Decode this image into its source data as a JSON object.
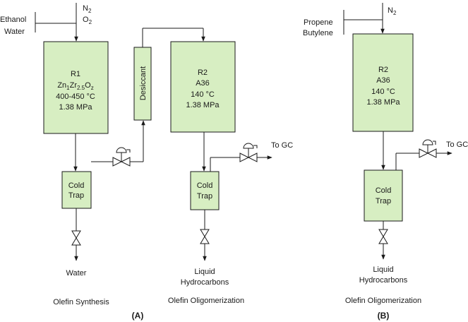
{
  "panel_a": {
    "feed_label_1": "Ethanol",
    "feed_label_2": "Water",
    "gas_n2": "N",
    "gas_n2_sub": "2",
    "gas_o2": "O",
    "gas_o2_sub": "2",
    "r1": {
      "name": "R1",
      "catalyst_p1": "Zn",
      "catalyst_s1": "1",
      "catalyst_p2": "Zr",
      "catalyst_s2": "2.5",
      "catalyst_p3": "O",
      "catalyst_s3": "z",
      "temperature": "400-450 °C",
      "pressure": "1.38 MPa"
    },
    "desiccant": "Desiccant",
    "r2": {
      "name": "R2",
      "catalyst": "A36",
      "temperature": "140 °C",
      "pressure": "1.38 MPa"
    },
    "cold_trap_1_line1": "Cold",
    "cold_trap_1_line2": "Trap",
    "cold_trap_2_line1": "Cold",
    "cold_trap_2_line2": "Trap",
    "outlet_gc": "To GC",
    "water_out": "Water",
    "liquid_line1": "Liquid",
    "liquid_line2": "Hydrocarbons",
    "caption_synthesis": "Olefin Synthesis",
    "caption_oligomerization": "Olefin Oligomerization",
    "panel_label": "(A)"
  },
  "panel_b": {
    "feed_label_1": "Propene",
    "feed_label_2": "Butylene",
    "gas_n2": "N",
    "gas_n2_sub": "2",
    "r2": {
      "name": "R2",
      "catalyst": "A36",
      "temperature": "140 °C",
      "pressure": "1.38 MPa"
    },
    "cold_trap_line1": "Cold",
    "cold_trap_line2": "Trap",
    "outlet_gc": "To GC",
    "liquid_line1": "Liquid",
    "liquid_line2": "Hydrocarbons",
    "caption_oligomerization": "Olefin Oligomerization",
    "panel_label": "(B)"
  }
}
